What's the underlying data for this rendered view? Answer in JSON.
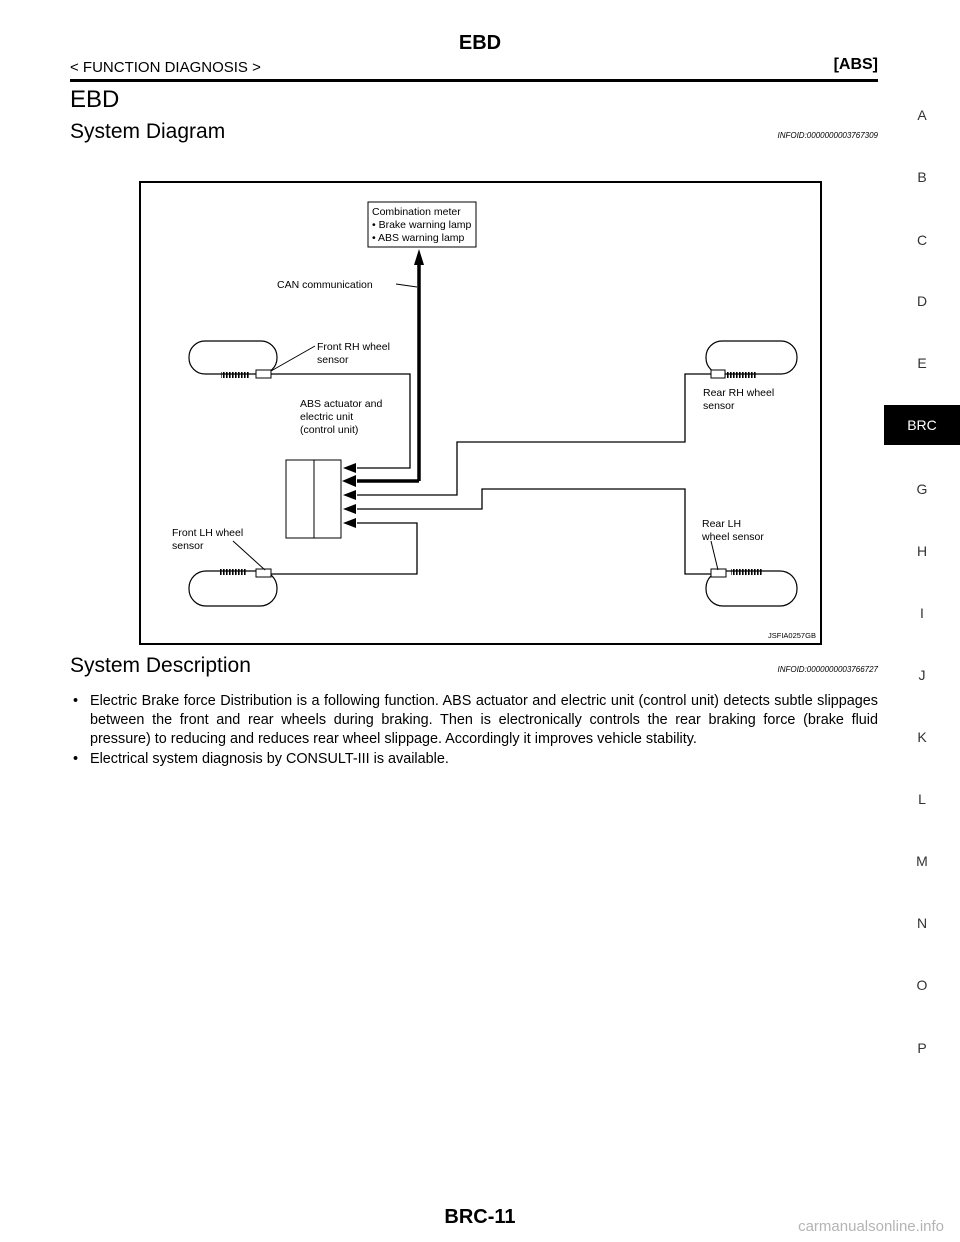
{
  "header": {
    "title": "EBD",
    "left": "< FUNCTION DIAGNOSIS >",
    "right": "[ABS]"
  },
  "section_title": "EBD",
  "system_diagram": {
    "title": "System Diagram",
    "infoid": "INFOID:0000000003767309",
    "labels": {
      "meter_title": "Combination meter",
      "meter_item1": "• Brake warning lamp",
      "meter_item2": "• ABS warning lamp",
      "can": "CAN communication",
      "front_rh_1": "Front RH wheel",
      "front_rh_2": "sensor",
      "abs_1": "ABS actuator and",
      "abs_2": "electric unit",
      "abs_3": "(control unit)",
      "rear_rh_1": "Rear RH wheel",
      "rear_rh_2": "sensor",
      "front_lh_1": "Front LH wheel",
      "front_lh_2": "sensor",
      "rear_lh_1": "Rear LH",
      "rear_lh_2": "wheel sensor",
      "figure_code": "JSFIA0257GB"
    }
  },
  "system_description": {
    "title": "System Description",
    "infoid": "INFOID:0000000003766727",
    "bullets": [
      "Electric Brake force Distribution is a following function. ABS actuator and electric unit (control unit) detects subtle slippages between the front and rear wheels during braking. Then is electronically controls the rear braking force (brake fluid pressure) to reducing and reduces rear wheel slippage. Accordingly it improves vehicle stability.",
      "Electrical system diagnosis by CONSULT-III is available."
    ]
  },
  "side_tabs": [
    "A",
    "B",
    "C",
    "D",
    "E",
    "BRC",
    "G",
    "H",
    "I",
    "J",
    "K",
    "L",
    "M",
    "N",
    "O",
    "P"
  ],
  "active_tab": "BRC",
  "footer": {
    "page": "BRC-11",
    "watermark": "carmanualsonline.info"
  }
}
